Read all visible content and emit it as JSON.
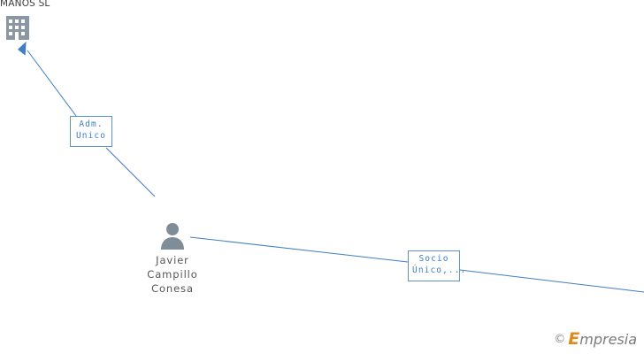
{
  "diagram": {
    "type": "org-relationship-graph",
    "company": {
      "label": "MANOS SL",
      "icon": "building-icon"
    },
    "person": {
      "name_lines": [
        "Javier",
        "Campillo",
        "Conesa"
      ],
      "icon": "person-icon"
    },
    "edges": [
      {
        "id": "adm-unico",
        "label_lines": [
          "Adm.",
          "Unico"
        ],
        "from": "person",
        "to": "company",
        "color": "#3f7ec4"
      },
      {
        "id": "socio-unico",
        "label_lines": [
          "Socio",
          "Único,..."
        ],
        "from": "person",
        "to": "offscreen-right",
        "color": "#3f7ec4"
      }
    ],
    "colors": {
      "edge": "#3f7ec4",
      "label_border": "#5c92d0",
      "label_text": "#3f7ec4",
      "icon": "#7f8d99",
      "text": "#555555"
    }
  },
  "watermark": {
    "copyright": "©",
    "brand_first": "E",
    "brand_rest": "mpresia"
  }
}
